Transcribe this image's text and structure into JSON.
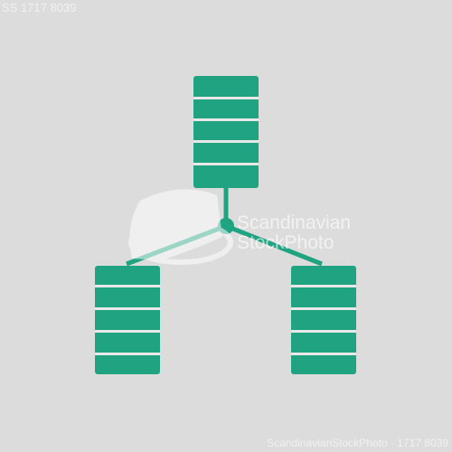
{
  "colors": {
    "background": "#dcdcdc",
    "accent": "#1fa380",
    "separator": "#e8e8e8"
  },
  "icon": {
    "name": "database-network-icon"
  },
  "watermark": {
    "id_top": "SS 1717 8039",
    "brand_line1": "Scandinavian",
    "brand_line2": "StockPhoto",
    "bottom": "ScandinavianStockPhoto · 1717 8039"
  }
}
